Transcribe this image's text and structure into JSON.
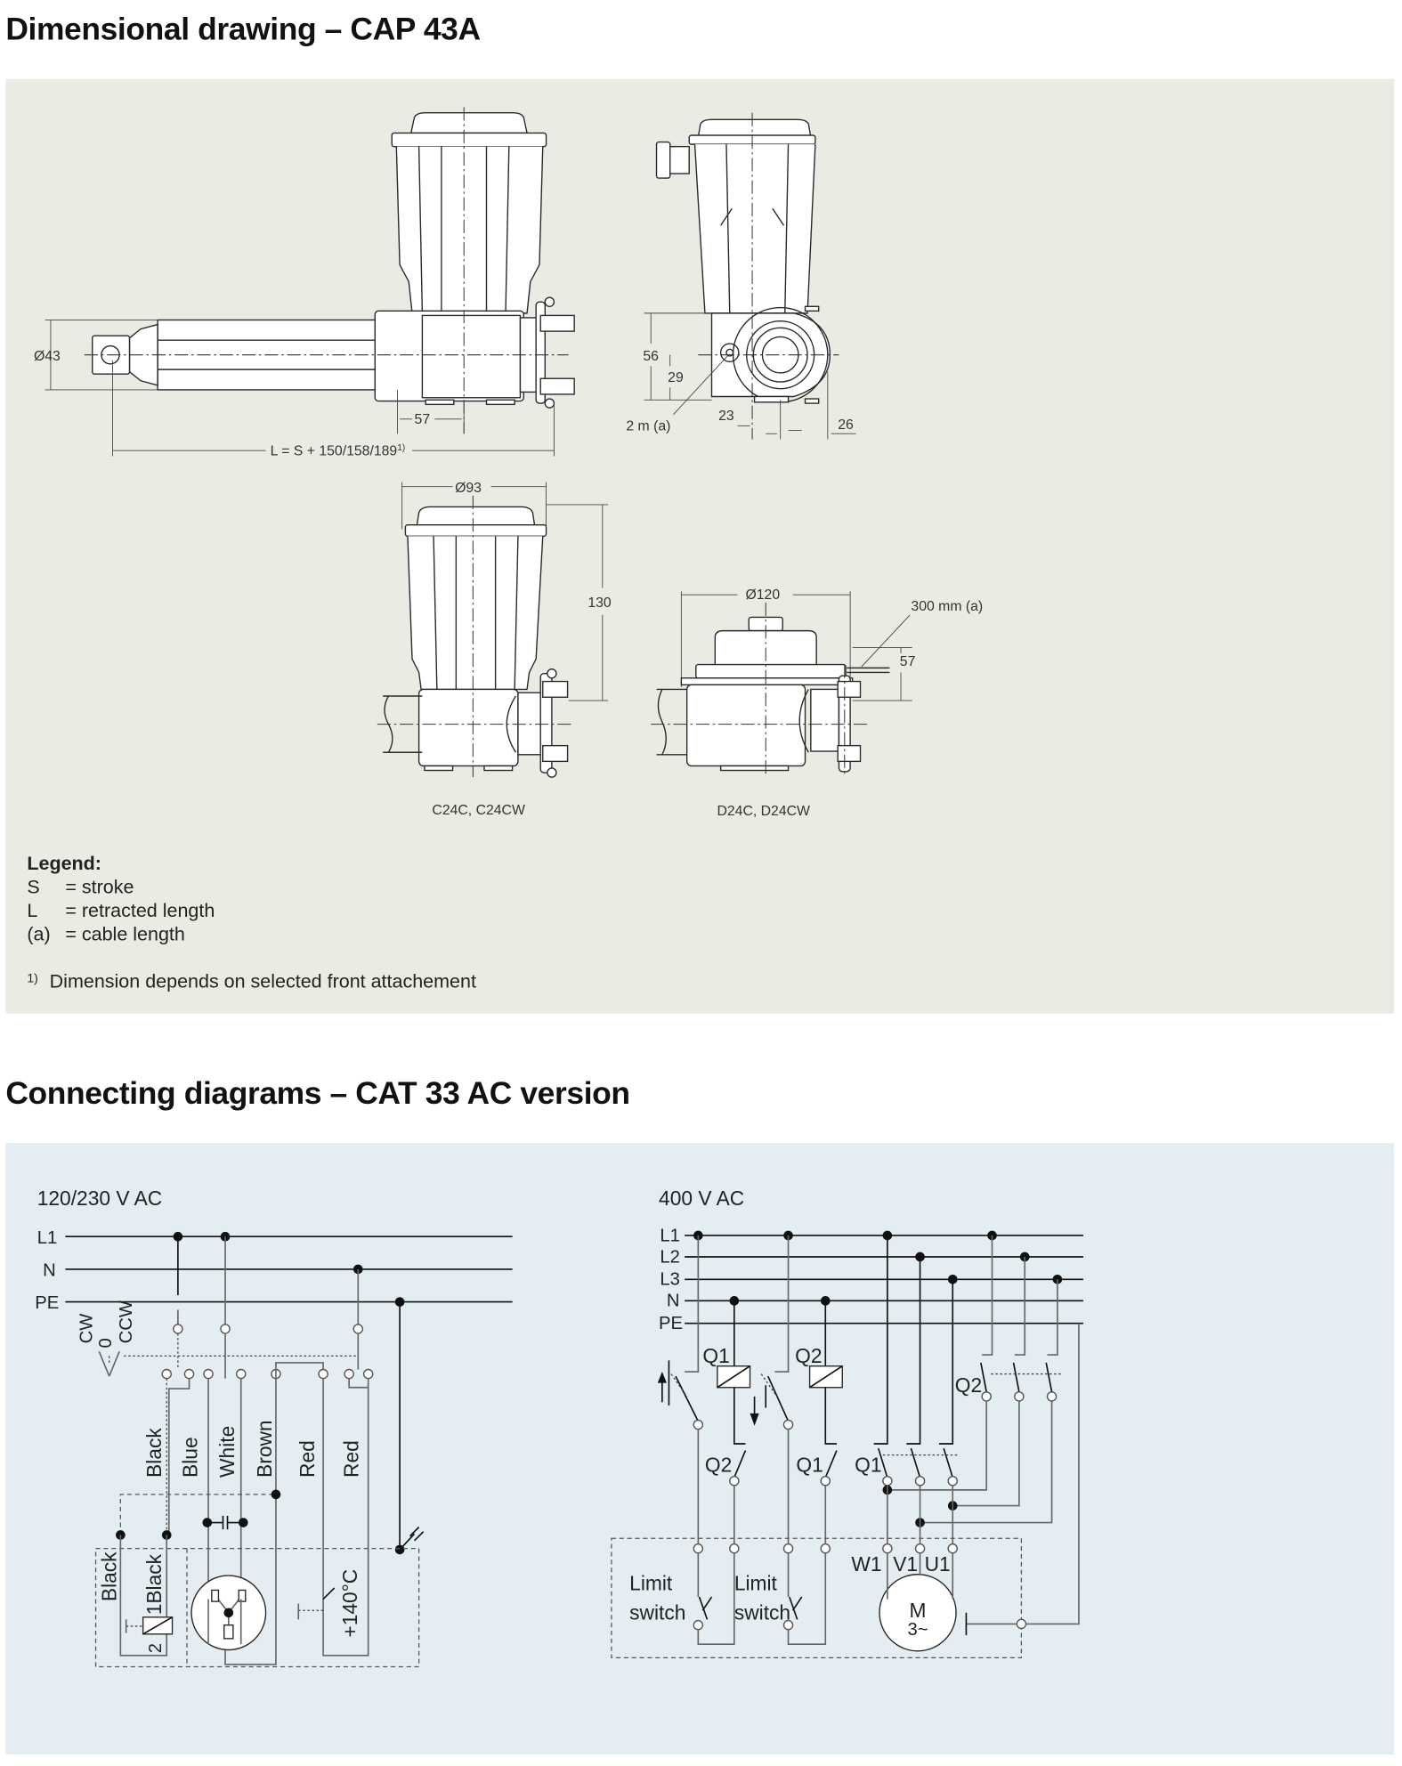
{
  "dimensional": {
    "title": "Dimensional drawing – CAP 43A",
    "dims": {
      "dia43": "Ø43",
      "d57": "57",
      "length_formula": "L = S + 150/158/189",
      "length_sup": "1)",
      "d56": "56",
      "d29": "29",
      "cable_2m": "2 m (a)",
      "d23": "23",
      "d26": "26",
      "dia93": "Ø93",
      "d130": "130",
      "dia120": "Ø120",
      "cable_300mm": "300 mm (a)",
      "d57b": "57"
    },
    "view_labels": [
      "C24C, C24CW",
      "D24C, D24CW"
    ],
    "legend": {
      "title": "Legend:",
      "items": [
        {
          "symbol": "S",
          "desc": "= stroke"
        },
        {
          "symbol": "L",
          "desc": "= retracted length"
        },
        {
          "symbol": "(a)",
          "desc": "= cable length"
        }
      ]
    },
    "footnote": {
      "mark": "1)",
      "text": "Dimension depends on selected front attachement"
    },
    "panel_color": "#ecebe3"
  },
  "connecting": {
    "title": "Connecting diagrams – CAT 33 AC version",
    "panel_color": "#e4edf2",
    "single_phase": {
      "title": "120/230 V AC",
      "bus": [
        "L1",
        "N",
        "PE"
      ],
      "switch_positions": [
        "CW",
        "0",
        "CCW"
      ],
      "wires": [
        "Black",
        "Blue",
        "White",
        "Brown",
        "Red",
        "Red"
      ],
      "brake_labels": [
        "Black",
        "1Black",
        "2"
      ],
      "thermal": "+140°C"
    },
    "three_phase": {
      "title": "400 V AC",
      "bus": [
        "L1",
        "L2",
        "L3",
        "N",
        "PE"
      ],
      "contactors": [
        "Q1",
        "Q2",
        "Q2",
        "Q1",
        "Q1",
        "Q2"
      ],
      "limit_switch": [
        "Limit",
        "switch"
      ],
      "terminals": [
        "W1",
        "V1",
        "U1"
      ],
      "motor": [
        "M",
        "3~"
      ]
    }
  }
}
